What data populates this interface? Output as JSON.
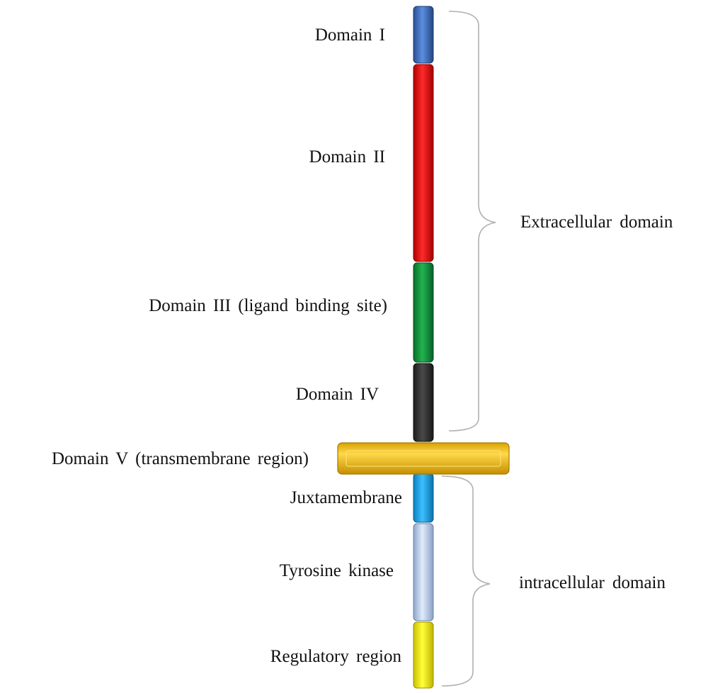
{
  "segments": [
    {
      "key": "domain1",
      "label": "Domain I",
      "color": "#3a6fc4"
    },
    {
      "key": "domain2",
      "label": "Domain II",
      "color": "#ee1111"
    },
    {
      "key": "domain3",
      "label": "Domain III (ligand binding site)",
      "color": "#139a3c"
    },
    {
      "key": "domain4",
      "label": "Domain IV",
      "color": "#333333"
    },
    {
      "key": "domain5",
      "label": "Domain V (transmembrane region)",
      "color": "#f2c21a"
    },
    {
      "key": "juxtamembrane",
      "label": "Juxtamembrane",
      "color": "#1aa3e6"
    },
    {
      "key": "tyrosine",
      "label": "Tyrosine kinase",
      "color": "#bfd2ee"
    },
    {
      "key": "regulatory",
      "label": "Regulatory region",
      "color": "#f5ee10"
    }
  ],
  "groups": {
    "extracellular": "Extracellular domain",
    "intracellular": "intracellular domain"
  }
}
